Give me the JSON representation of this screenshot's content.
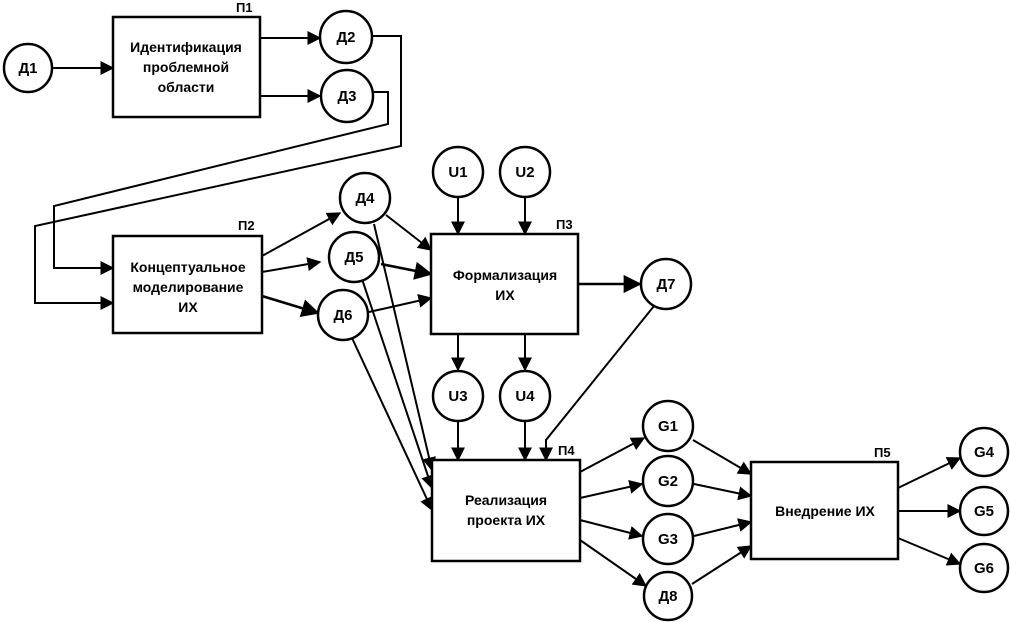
{
  "processes": [
    {
      "id": "p1",
      "tag": "П1",
      "lines": [
        "Идентификация",
        "проблемной",
        "области"
      ]
    },
    {
      "id": "p2",
      "tag": "П2",
      "lines": [
        "Концептуальное",
        "моделирование",
        "ИХ"
      ]
    },
    {
      "id": "p3",
      "tag": "П3",
      "lines": [
        "Формализация",
        "ИХ"
      ]
    },
    {
      "id": "p4",
      "tag": "П4",
      "lines": [
        "Реализация",
        "проекта ИХ"
      ]
    },
    {
      "id": "p5",
      "tag": "П5",
      "lines": [
        "Внедрение ИХ"
      ]
    }
  ],
  "nodes": [
    {
      "id": "d1",
      "label": "Д1"
    },
    {
      "id": "d2",
      "label": "Д2"
    },
    {
      "id": "d3",
      "label": "Д3"
    },
    {
      "id": "d4",
      "label": "Д4"
    },
    {
      "id": "d5",
      "label": "Д5"
    },
    {
      "id": "d6",
      "label": "Д6"
    },
    {
      "id": "d7",
      "label": "Д7"
    },
    {
      "id": "d8",
      "label": "Д8"
    },
    {
      "id": "u1",
      "label": "U1"
    },
    {
      "id": "u2",
      "label": "U2"
    },
    {
      "id": "u3",
      "label": "U3"
    },
    {
      "id": "u4",
      "label": "U4"
    },
    {
      "id": "g1",
      "label": "G1"
    },
    {
      "id": "g2",
      "label": "G2"
    },
    {
      "id": "g3",
      "label": "G3"
    },
    {
      "id": "g4",
      "label": "G4"
    },
    {
      "id": "g5",
      "label": "G5"
    },
    {
      "id": "g6",
      "label": "G6"
    }
  ],
  "edges": [
    [
      "d1",
      "p1"
    ],
    [
      "p1",
      "d2"
    ],
    [
      "p1",
      "d3"
    ],
    [
      "d2",
      "p2"
    ],
    [
      "d3",
      "p2"
    ],
    [
      "p2",
      "d4"
    ],
    [
      "p2",
      "d5"
    ],
    [
      "p2",
      "d6"
    ],
    [
      "d4",
      "p3"
    ],
    [
      "d5",
      "p3"
    ],
    [
      "d6",
      "p3"
    ],
    [
      "u1",
      "p3"
    ],
    [
      "u2",
      "p3"
    ],
    [
      "p3",
      "d7"
    ],
    [
      "p3",
      "u3"
    ],
    [
      "p3",
      "u4"
    ],
    [
      "u3",
      "p4"
    ],
    [
      "u4",
      "p4"
    ],
    [
      "d7",
      "p4"
    ],
    [
      "d4",
      "p4"
    ],
    [
      "d5",
      "p4"
    ],
    [
      "d6",
      "p4"
    ],
    [
      "p4",
      "g1"
    ],
    [
      "p4",
      "g2"
    ],
    [
      "p4",
      "g3"
    ],
    [
      "p4",
      "d8"
    ],
    [
      "g1",
      "p5"
    ],
    [
      "g2",
      "p5"
    ],
    [
      "g3",
      "p5"
    ],
    [
      "d8",
      "p5"
    ],
    [
      "p5",
      "g4"
    ],
    [
      "p5",
      "g5"
    ],
    [
      "p5",
      "g6"
    ]
  ]
}
